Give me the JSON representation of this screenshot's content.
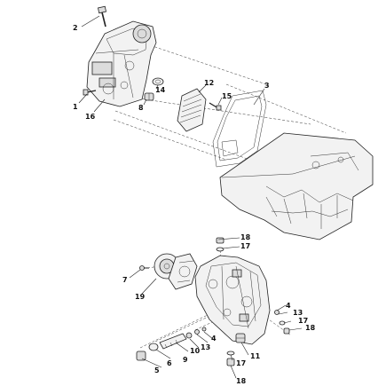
{
  "callouts": {
    "c1": "1",
    "c2": "2",
    "c3": "3",
    "c8": "8",
    "c12": "12",
    "c14": "14",
    "c15": "15",
    "c16": "16",
    "d4a": "4",
    "d4b": "4",
    "d5": "5",
    "d6": "6",
    "d7": "7",
    "d9": "9",
    "d10": "10",
    "d11": "11",
    "d13a": "13",
    "d13b": "13",
    "d17a": "17",
    "d17b": "17",
    "d17c": "17",
    "d18a": "18",
    "d18b": "18",
    "d18c": "18",
    "d19": "19"
  }
}
